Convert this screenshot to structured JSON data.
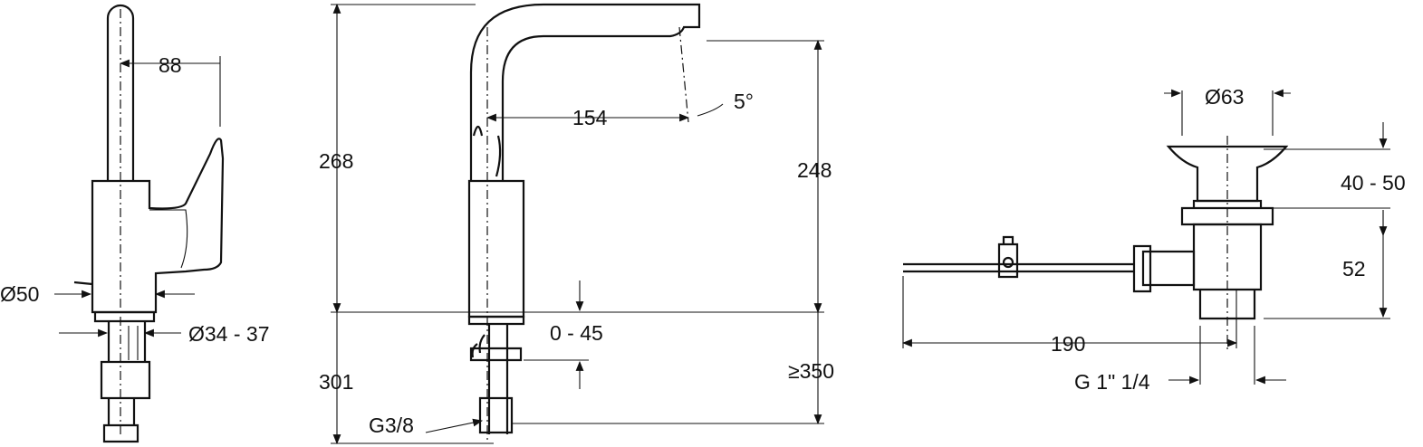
{
  "side_view": {
    "reach_dim": "88",
    "base_diameter": "Ø50",
    "hole_diameter": "Ø34 - 37"
  },
  "front_view": {
    "total_height": "268",
    "hose_length": "301",
    "spout_reach": "154",
    "spout_angle": "5°",
    "spout_height": "248",
    "min_clearance": "≥350",
    "deck_thickness": "0 - 45",
    "connection": "G3/8"
  },
  "drain_view": {
    "plug_diameter": "Ø63",
    "plug_lift": "40 - 50",
    "body_height": "52",
    "rod_length": "190",
    "thread": "G 1\" 1/4"
  }
}
